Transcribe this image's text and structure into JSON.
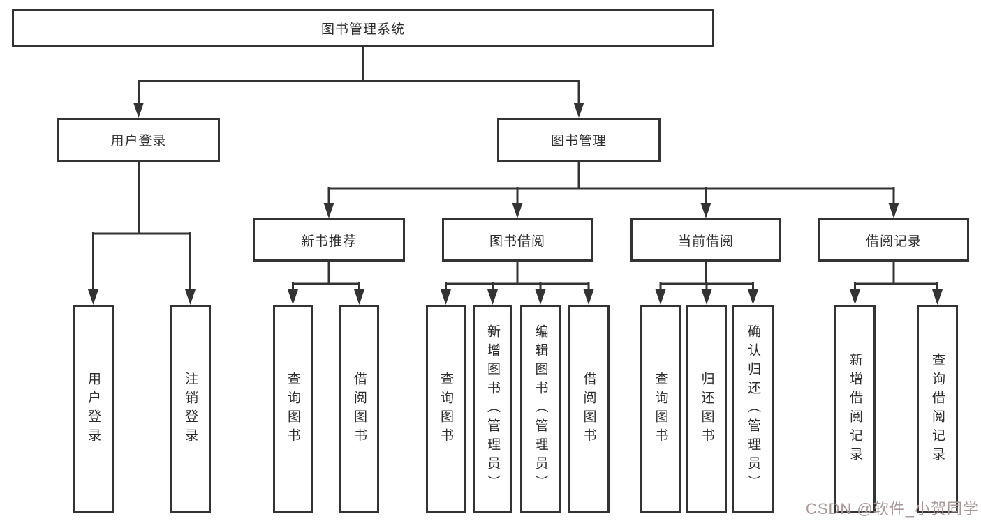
{
  "diagram": {
    "root": {
      "label": "图书管理系统"
    },
    "level2": [
      {
        "label": "用户登录"
      },
      {
        "label": "图书管理"
      }
    ],
    "level3": [
      {
        "label": "新书推荐"
      },
      {
        "label": "图书借阅"
      },
      {
        "label": "当前借阅"
      },
      {
        "label": "借阅记录"
      }
    ],
    "leaves": {
      "user_login": [
        "用户登录",
        "注销登录"
      ],
      "new_book": [
        "查询图书",
        "借阅图书"
      ],
      "book_borrow": [
        "查询图书",
        "新增图书（管理员）",
        "编辑图书（管理员）",
        "借阅图书"
      ],
      "current_borrow": [
        "查询图书",
        "归还图书",
        "确认归还（管理员）"
      ],
      "borrow_record": [
        "新增借阅记录",
        "查询借阅记录"
      ]
    }
  },
  "watermark": {
    "text": "CSDN @软件_小贺同学"
  },
  "colors": {
    "background": "#ffffff",
    "box_border": "#333333",
    "connector_line": "#333333",
    "text": "#2d2d2d",
    "watermark": "#a89898"
  }
}
